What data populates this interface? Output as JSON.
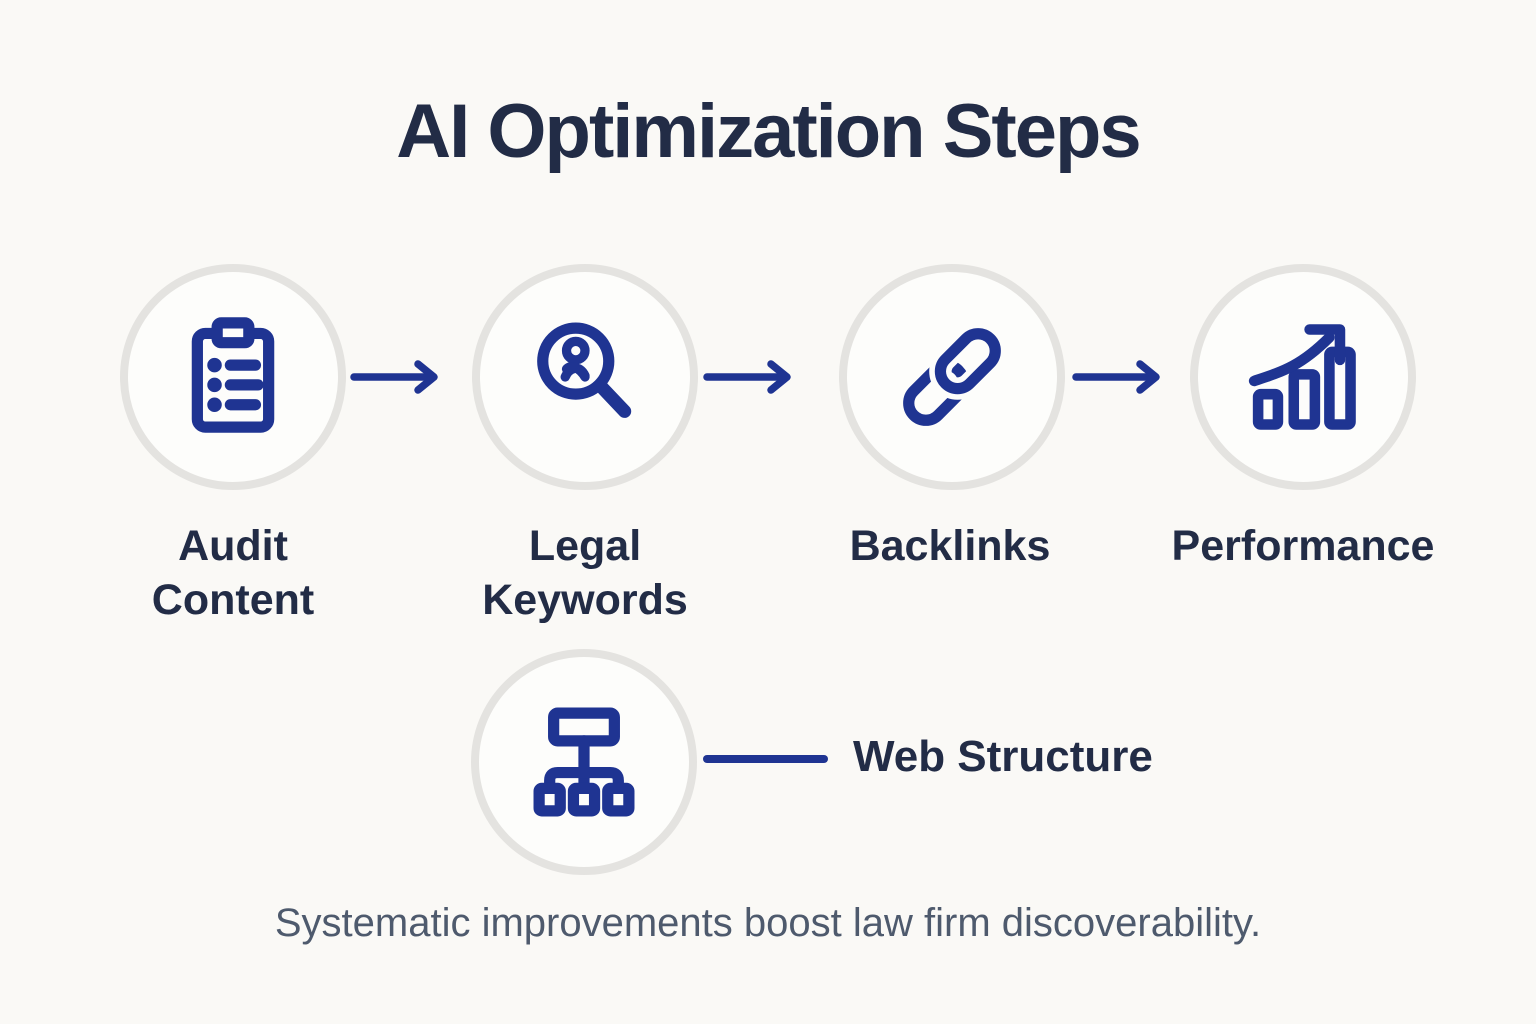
{
  "title": "AI Optimization Steps",
  "caption": "Systematic improvements boost law firm discoverability.",
  "steps": [
    {
      "label": "Audit Content",
      "icon": "clipboard-checklist-icon"
    },
    {
      "label": "Legal Keywords",
      "icon": "keyword-search-icon"
    },
    {
      "label": "Backlinks",
      "icon": "chain-link-icon"
    },
    {
      "label": "Performance",
      "icon": "growth-chart-icon"
    }
  ],
  "sub_step": {
    "label": "Web Structure",
    "icon": "sitemap-icon"
  },
  "colors": {
    "background": "#FAF9F6",
    "circle_fill": "#FDFDFB",
    "circle_border": "#E4E3E0",
    "accent_blue": "#1F3492",
    "heading_navy": "#222C46",
    "caption_gray": "#4E5A6D"
  }
}
